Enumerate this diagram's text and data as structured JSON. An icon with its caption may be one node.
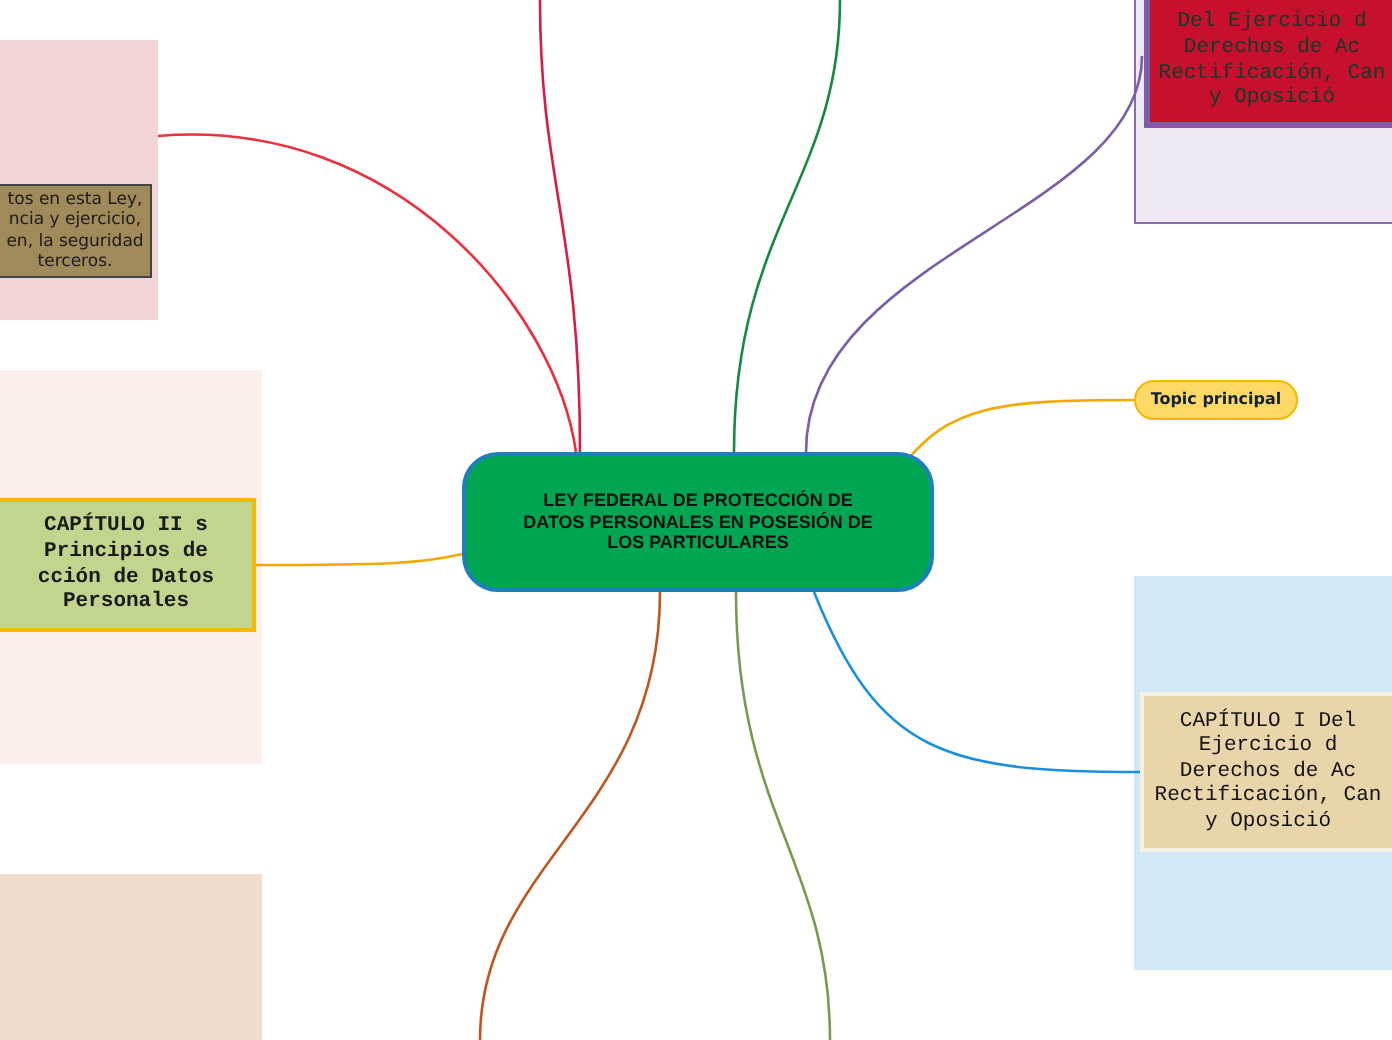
{
  "diagram": {
    "nodes": [
      {
        "text": [
          "LEY FEDERAL DE PROTECCIÓN DE DATOS PERSONALES EN POSESIÓN DE LOS PARTICULARES"
        ]
      },
      {
        "text": [],
        "shape": "box"
      },
      {
        "text": [
          "tos en esta Ley, ncia y ejercicio, en, la seguridad terceros."
        ],
        "in": 1
      },
      {
        "text": [],
        "shape": "box"
      },
      {
        "text": [
          "CAPÍTULO II s Principios de cción de Datos Personales"
        ],
        "in": 3
      },
      {
        "text": [],
        "shape": "box"
      },
      {
        "text": [],
        "shape": "box"
      },
      {
        "text": [
          "Del Ejercicio d Derechos de Ac Rectificación, Can y Oposició"
        ],
        "in": 6
      },
      {
        "text": [
          "Topic principal"
        ]
      },
      {
        "text": [],
        "shape": "box"
      },
      {
        "text": [
          "CAPÍTULO I Del Ejercicio d Derechos de Ac Rectificación, Can y Oposició"
        ],
        "in": 9
      }
    ],
    "edges": [
      {
        "from": 0,
        "to": null,
        "arrow": "none",
        "color": "#d81b4a"
      },
      {
        "from": 0,
        "to": 1,
        "arrow": "none",
        "color": "#e8323c"
      },
      {
        "from": 0,
        "to": null,
        "arrow": "none",
        "color": "#148a3c"
      },
      {
        "from": 0,
        "to": 7,
        "arrow": "none",
        "color": "#7b5ea7"
      },
      {
        "from": 0,
        "to": 8,
        "arrow": "none",
        "color": "#f5a800"
      },
      {
        "from": 0,
        "to": 10,
        "arrow": "none",
        "color": "#1a8fe0"
      },
      {
        "from": 0,
        "to": null,
        "arrow": "none",
        "color": "#7a9a50"
      },
      {
        "from": 0,
        "to": null,
        "arrow": "none",
        "color": "#c0561e"
      },
      {
        "from": 0,
        "to": 4,
        "arrow": "none",
        "color": "#f5a800"
      }
    ]
  }
}
